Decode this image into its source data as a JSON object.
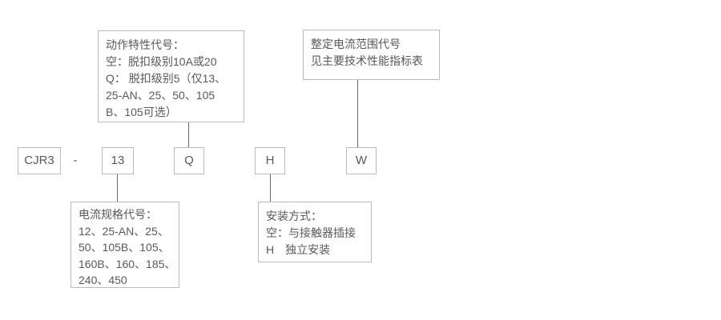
{
  "model": {
    "prefix": "CJR3",
    "separator": "-",
    "current_spec_code": "13",
    "action_characteristic_code": "Q",
    "mounting_code": "H",
    "setting_range_code": "W"
  },
  "callouts": {
    "action_characteristic": {
      "lines": [
        "动作特性代号：",
        "空：脱扣级别10A或20",
        "Q： 脱扣级别5（仅13、",
        "25-AN、25、50、105",
        "B、105可选）"
      ]
    },
    "setting_current_range": {
      "lines": [
        "整定电流范围代号",
        "见主要技术性能指标表"
      ]
    },
    "current_spec": {
      "lines": [
        "电流规格代号：",
        "12、25-AN、25、",
        "50、105B、105、",
        "160B、160、185、",
        "240、450"
      ]
    },
    "mounting_method": {
      "lines": [
        "安装方式：",
        "空：与接触器插接",
        "H　独立安装"
      ]
    }
  },
  "colors": {
    "background": "#ffffff",
    "box_border": "#b9bcbe",
    "connector_line": "#6a6a6a",
    "text": "#595959"
  }
}
